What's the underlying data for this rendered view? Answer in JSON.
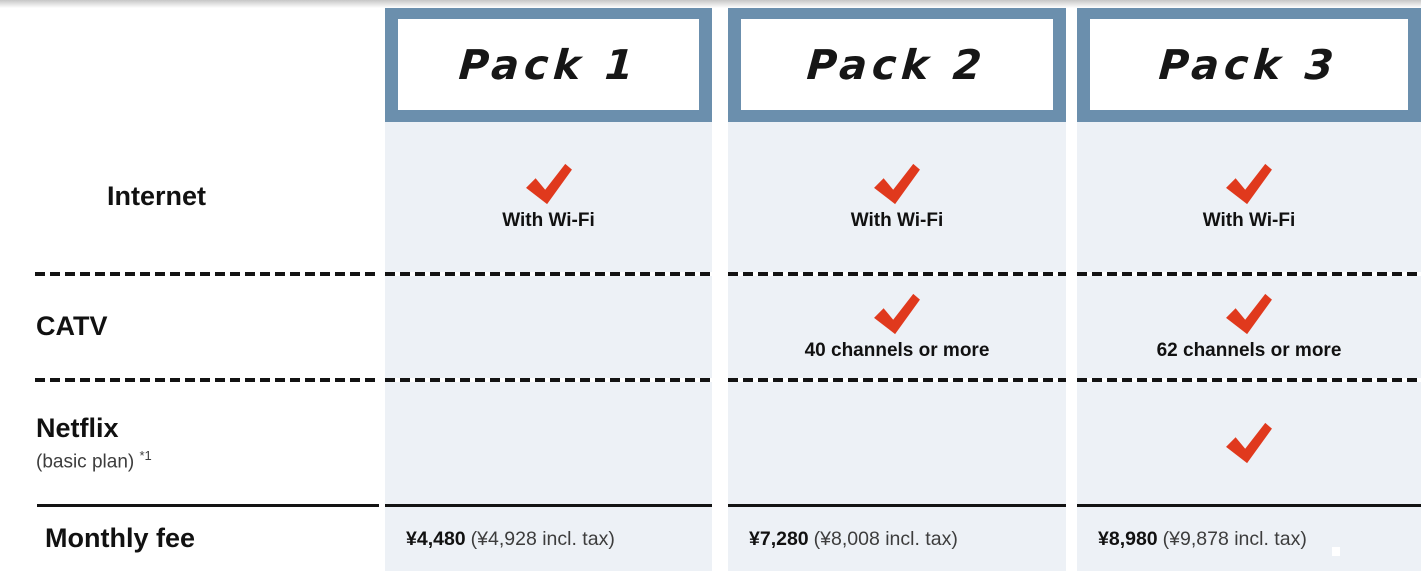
{
  "table": {
    "row_labels": {
      "internet": "Internet",
      "catv": "CATV",
      "netflix": "Netflix",
      "netflix_sub": "(basic plan)",
      "netflix_footnote": "*1",
      "monthly_fee": "Monthly fee"
    },
    "packs": [
      {
        "name": "Pack 1",
        "internet_note": "With Wi-Fi",
        "catv_note": "",
        "fee_price": "¥4,480",
        "fee_tax": "(¥4,928 incl. tax)"
      },
      {
        "name": "Pack 2",
        "internet_note": "With Wi-Fi",
        "catv_note": "40 channels or more",
        "fee_price": "¥7,280",
        "fee_tax": "(¥8,008 incl. tax)"
      },
      {
        "name": "Pack 3",
        "internet_note": "With Wi-Fi",
        "catv_note": "62 channels or more",
        "fee_price": "¥8,980",
        "fee_tax": "(¥9,878 incl. tax)"
      }
    ],
    "checks": {
      "internet": [
        true,
        true,
        true
      ],
      "catv": [
        false,
        true,
        true
      ],
      "netflix": [
        false,
        false,
        true
      ]
    }
  },
  "colors": {
    "header_blue": "#6b8fad",
    "column_bg": "#edf1f6",
    "check_red": "#e0391d",
    "text_dark": "#141414",
    "text_gray": "#3d3d3d"
  }
}
